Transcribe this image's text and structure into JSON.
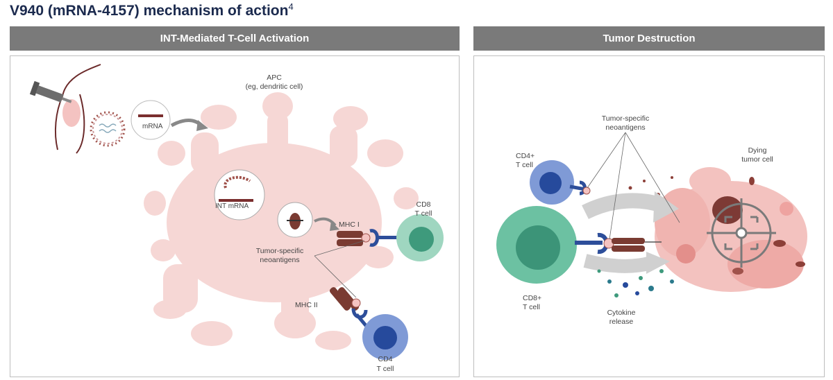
{
  "title": "V940 (mRNA-4157) mechanism of action",
  "title_ref": "4",
  "left_panel": {
    "header": "INT-Mediated T-Cell Activation",
    "labels": {
      "apc_line1": "APC",
      "apc_line2": "(eg, dendritic cell)",
      "mrna": "mRNA",
      "int_mrna": "INT mRNA",
      "mhc1": "MHC I",
      "mhc2": "MHC II",
      "neo_line1": "Tumor-specific",
      "neo_line2": "neoantigens",
      "cd8_line1": "CD8",
      "cd8_line2": "T cell",
      "cd4_line1": "CD4",
      "cd4_line2": "T cell"
    }
  },
  "right_panel": {
    "header": "Tumor Destruction",
    "labels": {
      "neo_line1": "Tumor-specific",
      "neo_line2": "neoantigens",
      "cd4_line1": "CD4+",
      "cd4_line2": "T cell",
      "cd8_line1": "CD8+",
      "cd8_line2": "T cell",
      "cytokine_line1": "Cytokine",
      "cytokine_line2": "release",
      "dying_line1": "Dying",
      "dying_line2": "tumor cell"
    }
  },
  "colors": {
    "header_bg": "#7a7a7a",
    "apc_pink": "#f6d7d5",
    "mhc_brown": "#7a3b32",
    "tcr_blue": "#2d4e9a",
    "cd8_green": "#6cc1a2",
    "cd4_blue": "#6f8fd0",
    "tumor_pink": "#eeaaa6"
  }
}
